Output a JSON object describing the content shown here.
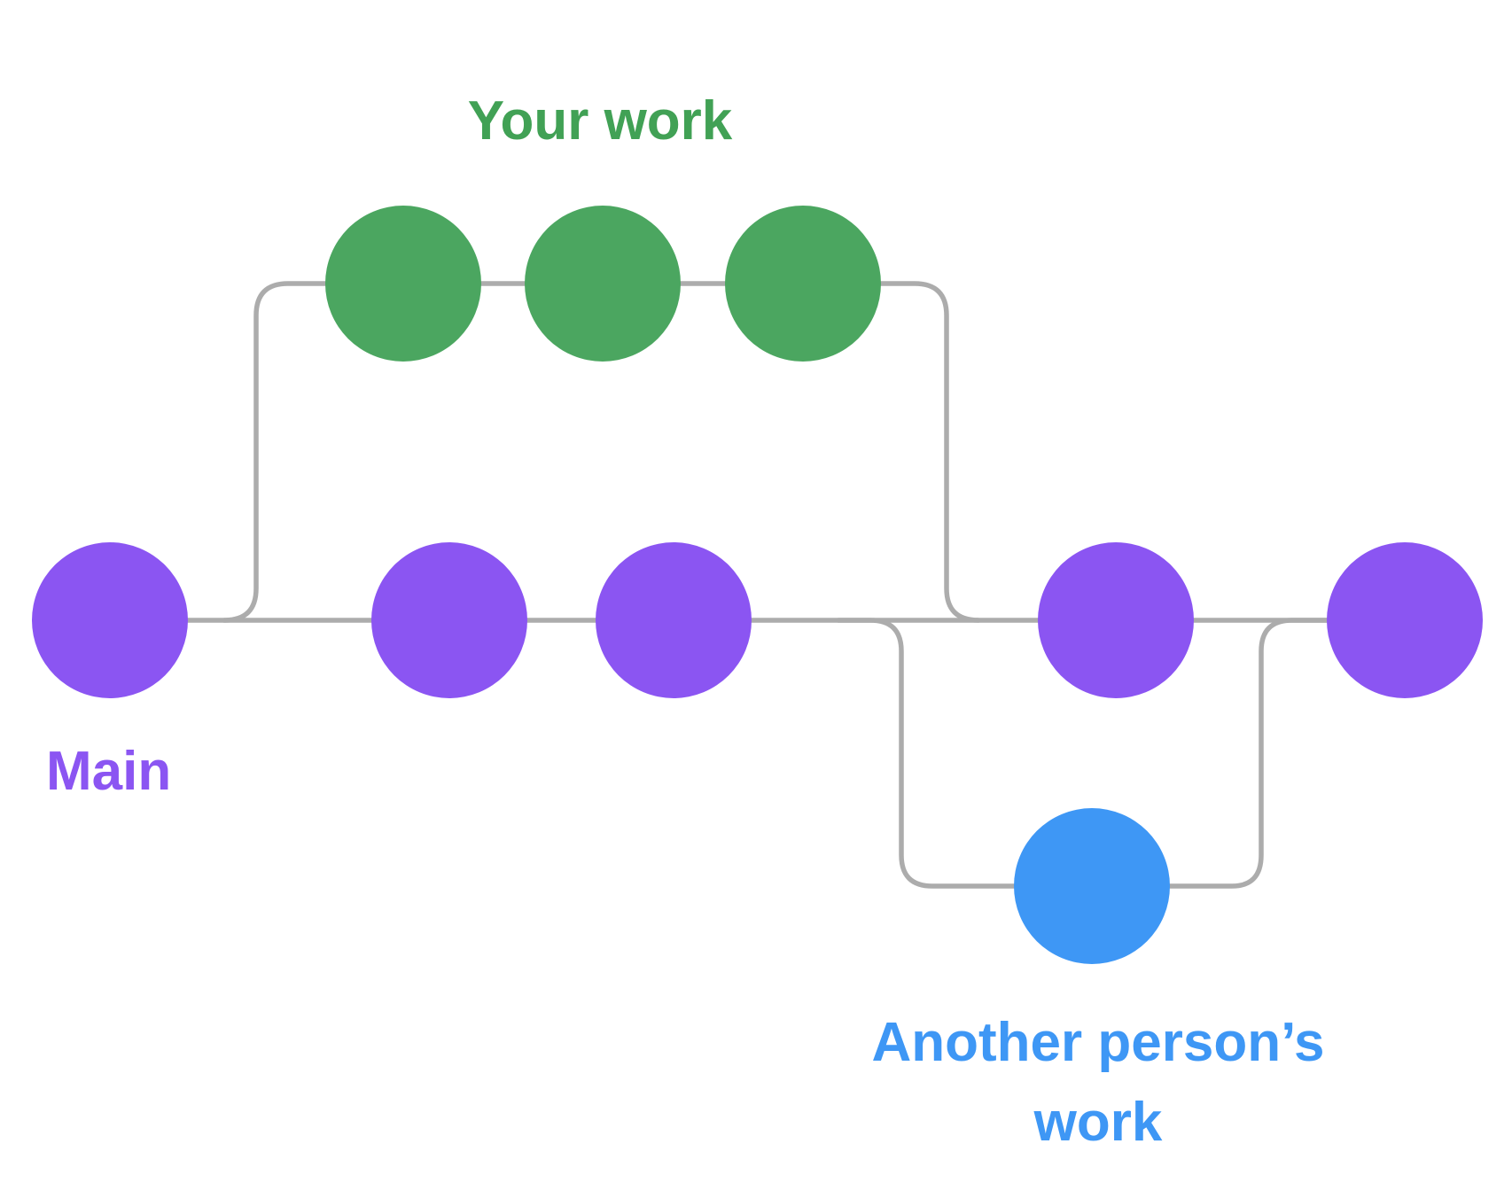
{
  "diagram": {
    "type": "git-branch-diagram",
    "background_color": "#FFFFFF",
    "connector_color": "#ACACAC",
    "branches": {
      "main": {
        "label": "Main",
        "color": "#8B55F2",
        "label_color": "#8B55F2",
        "commit_count": 5
      },
      "your_work": {
        "label": "Your work",
        "color": "#4BA660",
        "label_color": "#41A155",
        "commit_count": 3
      },
      "another_person": {
        "label_line1": "Another person’s",
        "label_line2": "work",
        "color": "#3E97F5",
        "label_color": "#3E97F5",
        "commit_count": 1
      }
    }
  }
}
